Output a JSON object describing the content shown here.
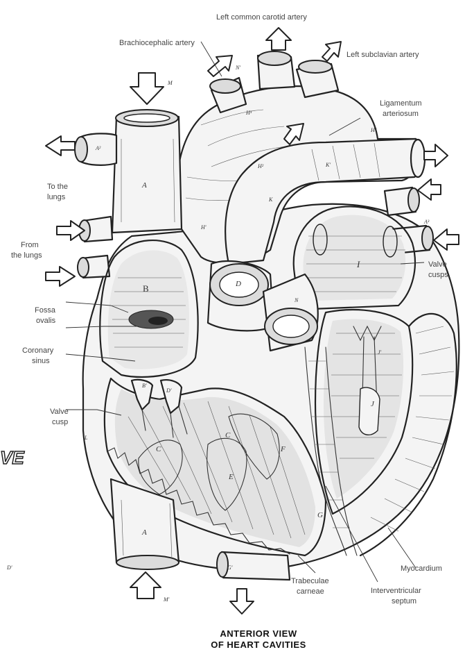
{
  "labels": {
    "left_common_carotid": "Left common carotid artery",
    "brachiocephalic": "Brachiocephalic artery",
    "left_subclavian": "Left subclavian artery",
    "ligamentum": "Ligamentum arteriosum",
    "to_lungs_1": "To the",
    "to_lungs_2": "lungs",
    "from_lungs_1": "From",
    "from_lungs_2": "the lungs",
    "valve_cusps_r_1": "Valve",
    "valve_cusps_r_2": "cusps",
    "fossa_1": "Fossa",
    "fossa_2": "ovalis",
    "coronary_1": "Coronary",
    "coronary_2": "sinus",
    "valve_cusp_l_1": "Valve",
    "valve_cusp_l_2": "cusp",
    "myocardium": "Myocardium",
    "trab_1": "Trabeculae",
    "trab_2": "carneae",
    "ivs_1": "Interventricular",
    "ivs_2": "septum",
    "edge_text": "VE",
    "edge_mark": "D'"
  },
  "caption": {
    "line1": "ANTERIOR VIEW",
    "line2": "OF HEART CAVITIES"
  },
  "letters": {
    "B": "B",
    "D": "D",
    "I": "I",
    "J": "J",
    "C": "C",
    "E": "E",
    "F": "F",
    "G": "G",
    "A": "A",
    "H1": "H'",
    "H2": "H²",
    "H3": "H³",
    "A2": "A²",
    "K": "K",
    "K1": "K'",
    "B1": "B'",
    "D1": "D'",
    "J1": "J'",
    "L": "L",
    "G1": "G'",
    "M": "M",
    "M1": "M'",
    "A3": "A³",
    "H4": "H⁴",
    "N": "N",
    "N1": "N'"
  }
}
